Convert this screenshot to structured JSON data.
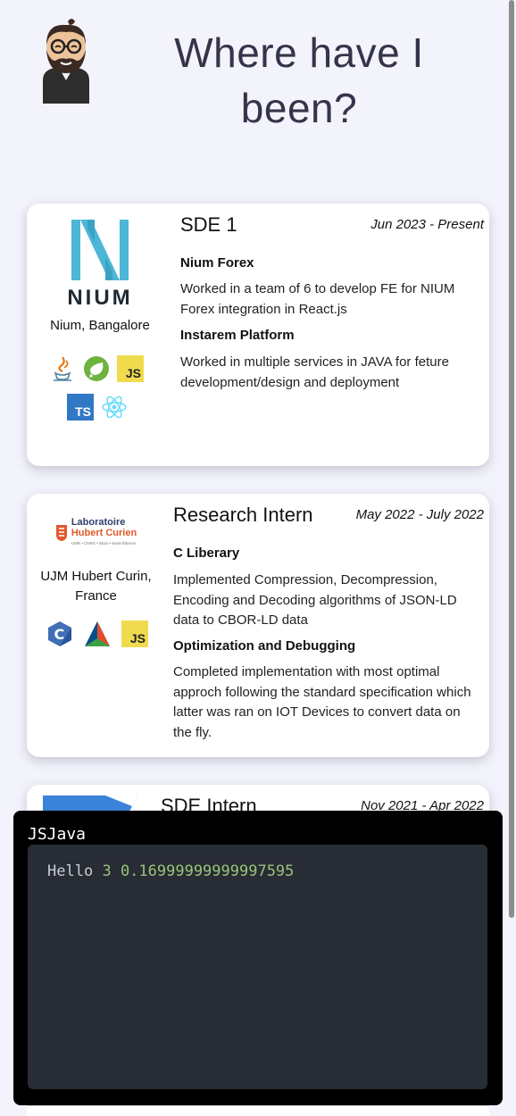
{
  "header": {
    "title": "Where have I been?"
  },
  "experiences": [
    {
      "company_name": "Nium, Bangalore",
      "logo_text": "NIUM",
      "role": "SDE 1",
      "dates": "Jun 2023 - Present",
      "projects": [
        {
          "title": "Nium Forex",
          "desc": "Worked in a team of 6 to develop FE for NIUM Forex integration in React.js"
        },
        {
          "title": "Instarem Platform",
          "desc": "Worked in multiple services in JAVA for feture development/design and deployment"
        }
      ],
      "tech_icons": [
        "java-icon",
        "spring-icon",
        "javascript-icon",
        "typescript-icon",
        "react-icon"
      ]
    },
    {
      "company_name": "UJM Hubert Curin, France",
      "logo_text": "Laboratoire",
      "logo_text2": "Hubert Curien",
      "logo_small": "UMR • CNRS • 5516 • Saint-Étienne",
      "role": "Research Intern",
      "dates": "May 2022 - July 2022",
      "projects": [
        {
          "title": "C Liberary",
          "desc": "Implemented Compression, Decompression, Encoding and Decoding algorithms of JSON-LD data to CBOR-LD data"
        },
        {
          "title": "Optimization and Debugging",
          "desc": "Completed implementation with most optimal approch following the standard specification which latter was ran on IOT Devices to convert data on the fly."
        }
      ],
      "tech_icons": [
        "c-icon",
        "cmake-icon",
        "javascript-icon"
      ]
    },
    {
      "role": "SDE Intern",
      "dates": "Nov 2021 - Apr 2022"
    }
  ],
  "tech_labels": {
    "js": "JS",
    "ts": "TS"
  },
  "console": {
    "title": "JSJava",
    "output_text": "Hello",
    "output_num1": "3",
    "output_num2": "0.16999999999997595"
  },
  "colors": {
    "title": "#35344a",
    "background": "#f3f3fb",
    "console_bg": "#282c34",
    "console_number": "#98c379",
    "nium_teal": "#4db6d6"
  }
}
